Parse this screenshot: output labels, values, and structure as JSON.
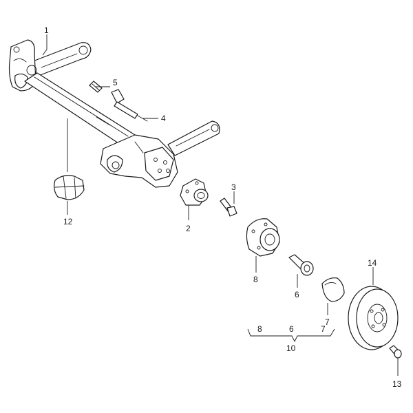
{
  "labels": {
    "l1": "1",
    "l2": "2",
    "l3": "3",
    "l4": "4",
    "l5": "5",
    "l6": "6",
    "l7": "7",
    "l8": "8",
    "l9": "8",
    "l10": "6",
    "l11": "7",
    "l12": "10",
    "l13": "12",
    "l14": "13",
    "l15": "14"
  },
  "colors": {
    "line": "#1a1a1a",
    "background": "#ffffff"
  }
}
